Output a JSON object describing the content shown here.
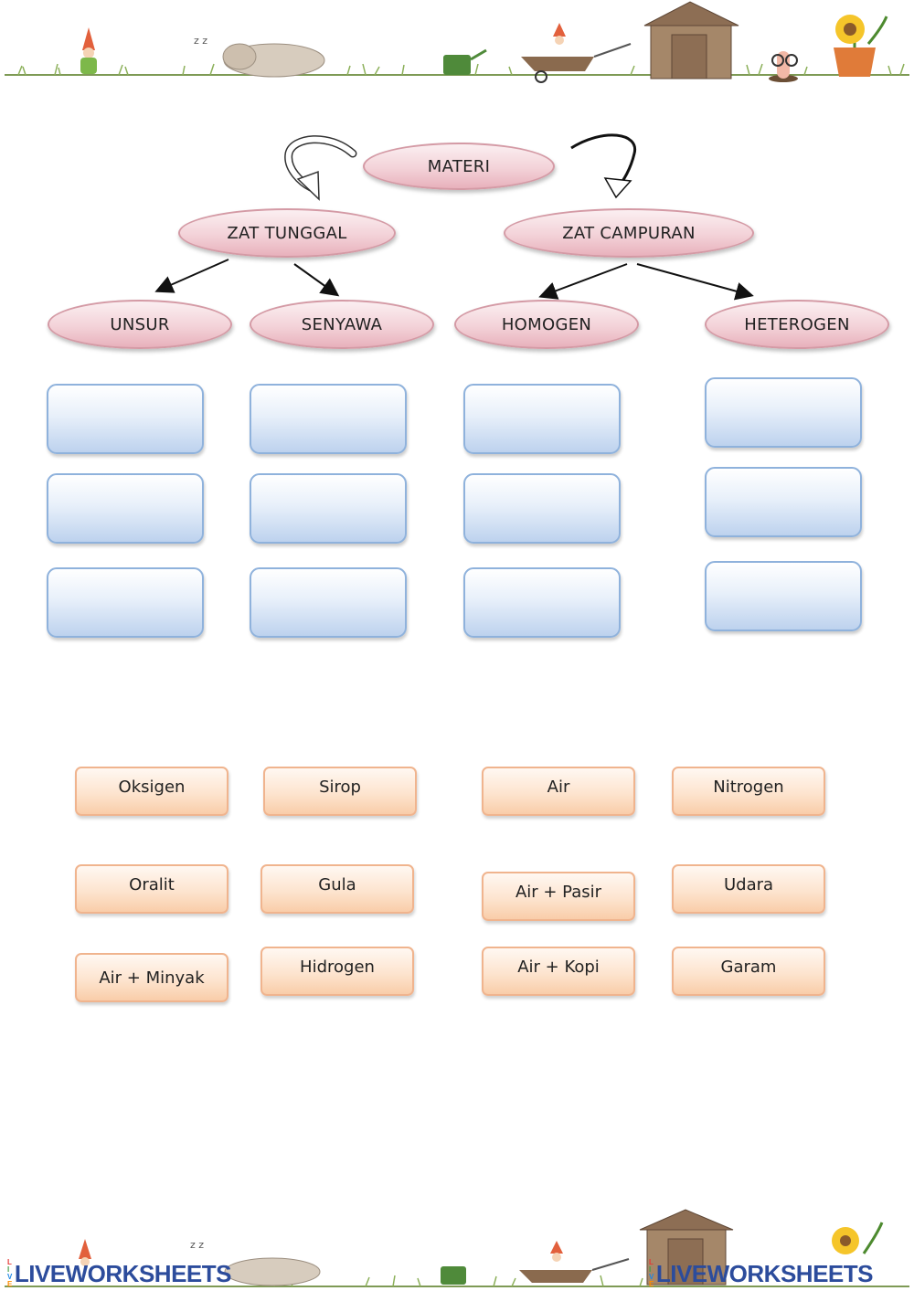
{
  "concept_map": {
    "root": "MATERI",
    "level1": [
      "ZAT TUNGGAL",
      "ZAT CAMPURAN"
    ],
    "level2": [
      "UNSUR",
      "SENYAWA",
      "HOMOGEN",
      "HETEROGEN"
    ]
  },
  "word_bank": [
    "Oksigen",
    "Sirop",
    "Air",
    "Nitrogen",
    "Oralit",
    "Gula",
    "Air + Pasir",
    "Udara",
    "Air + Minyak",
    "Hidrogen",
    "Air + Kopi",
    "Garam"
  ],
  "footer": {
    "brand_left": "LIVEWORKSHEETS",
    "brand_right": "LIVEWORKSHEETS",
    "live_letters": [
      "L",
      "I",
      "V",
      "E"
    ]
  },
  "colors": {
    "oval_fill": "#f3d2d8",
    "drop_zone_fill": "#bdd2ee",
    "word_chip_fill": "#fde4cf",
    "brand": "#2c4c9c"
  }
}
